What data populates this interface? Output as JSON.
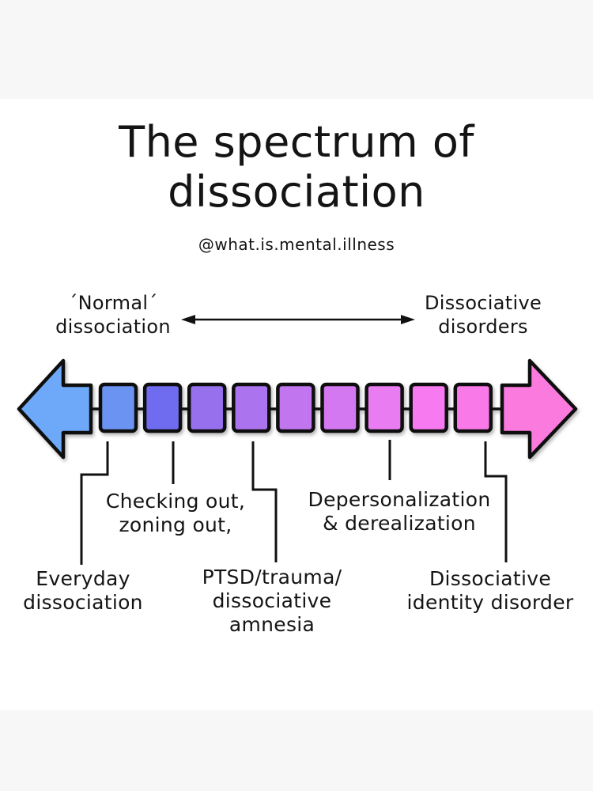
{
  "background": {
    "outer": "#f7f7f7",
    "panel": "#ffffff"
  },
  "title": {
    "line1": "The spectrum of",
    "line2": "dissociation"
  },
  "credit": "@what.is.mental.illness",
  "scale_header": {
    "left": {
      "line1": "´Normal´",
      "line2": "dissociation"
    },
    "right": {
      "line1": "Dissociative",
      "line2": "disorders"
    }
  },
  "spectrum_arrow": {
    "left_head_color": "#6da9f8",
    "right_head_color": "#fa7ade",
    "outline": "#0e0e0e",
    "segments": [
      "#6b93f1",
      "#6f6cef",
      "#9770ee",
      "#ab73ee",
      "#c176f0",
      "#d478f2",
      "#ea7cf2",
      "#f87af1",
      "#fa79e9"
    ]
  },
  "callouts": {
    "everyday": {
      "line1": "Everyday",
      "line2": "dissociation"
    },
    "checking": {
      "line1": "Checking out,",
      "line2": "zoning out,"
    },
    "ptsd": {
      "line1": "PTSD/trauma/",
      "line2": "dissociative",
      "line3": "amnesia"
    },
    "depersonalization": {
      "line1": "Depersonalization",
      "line2": "& derealization"
    },
    "did": {
      "line1": "Dissociative",
      "line2": "identity disorder"
    }
  }
}
